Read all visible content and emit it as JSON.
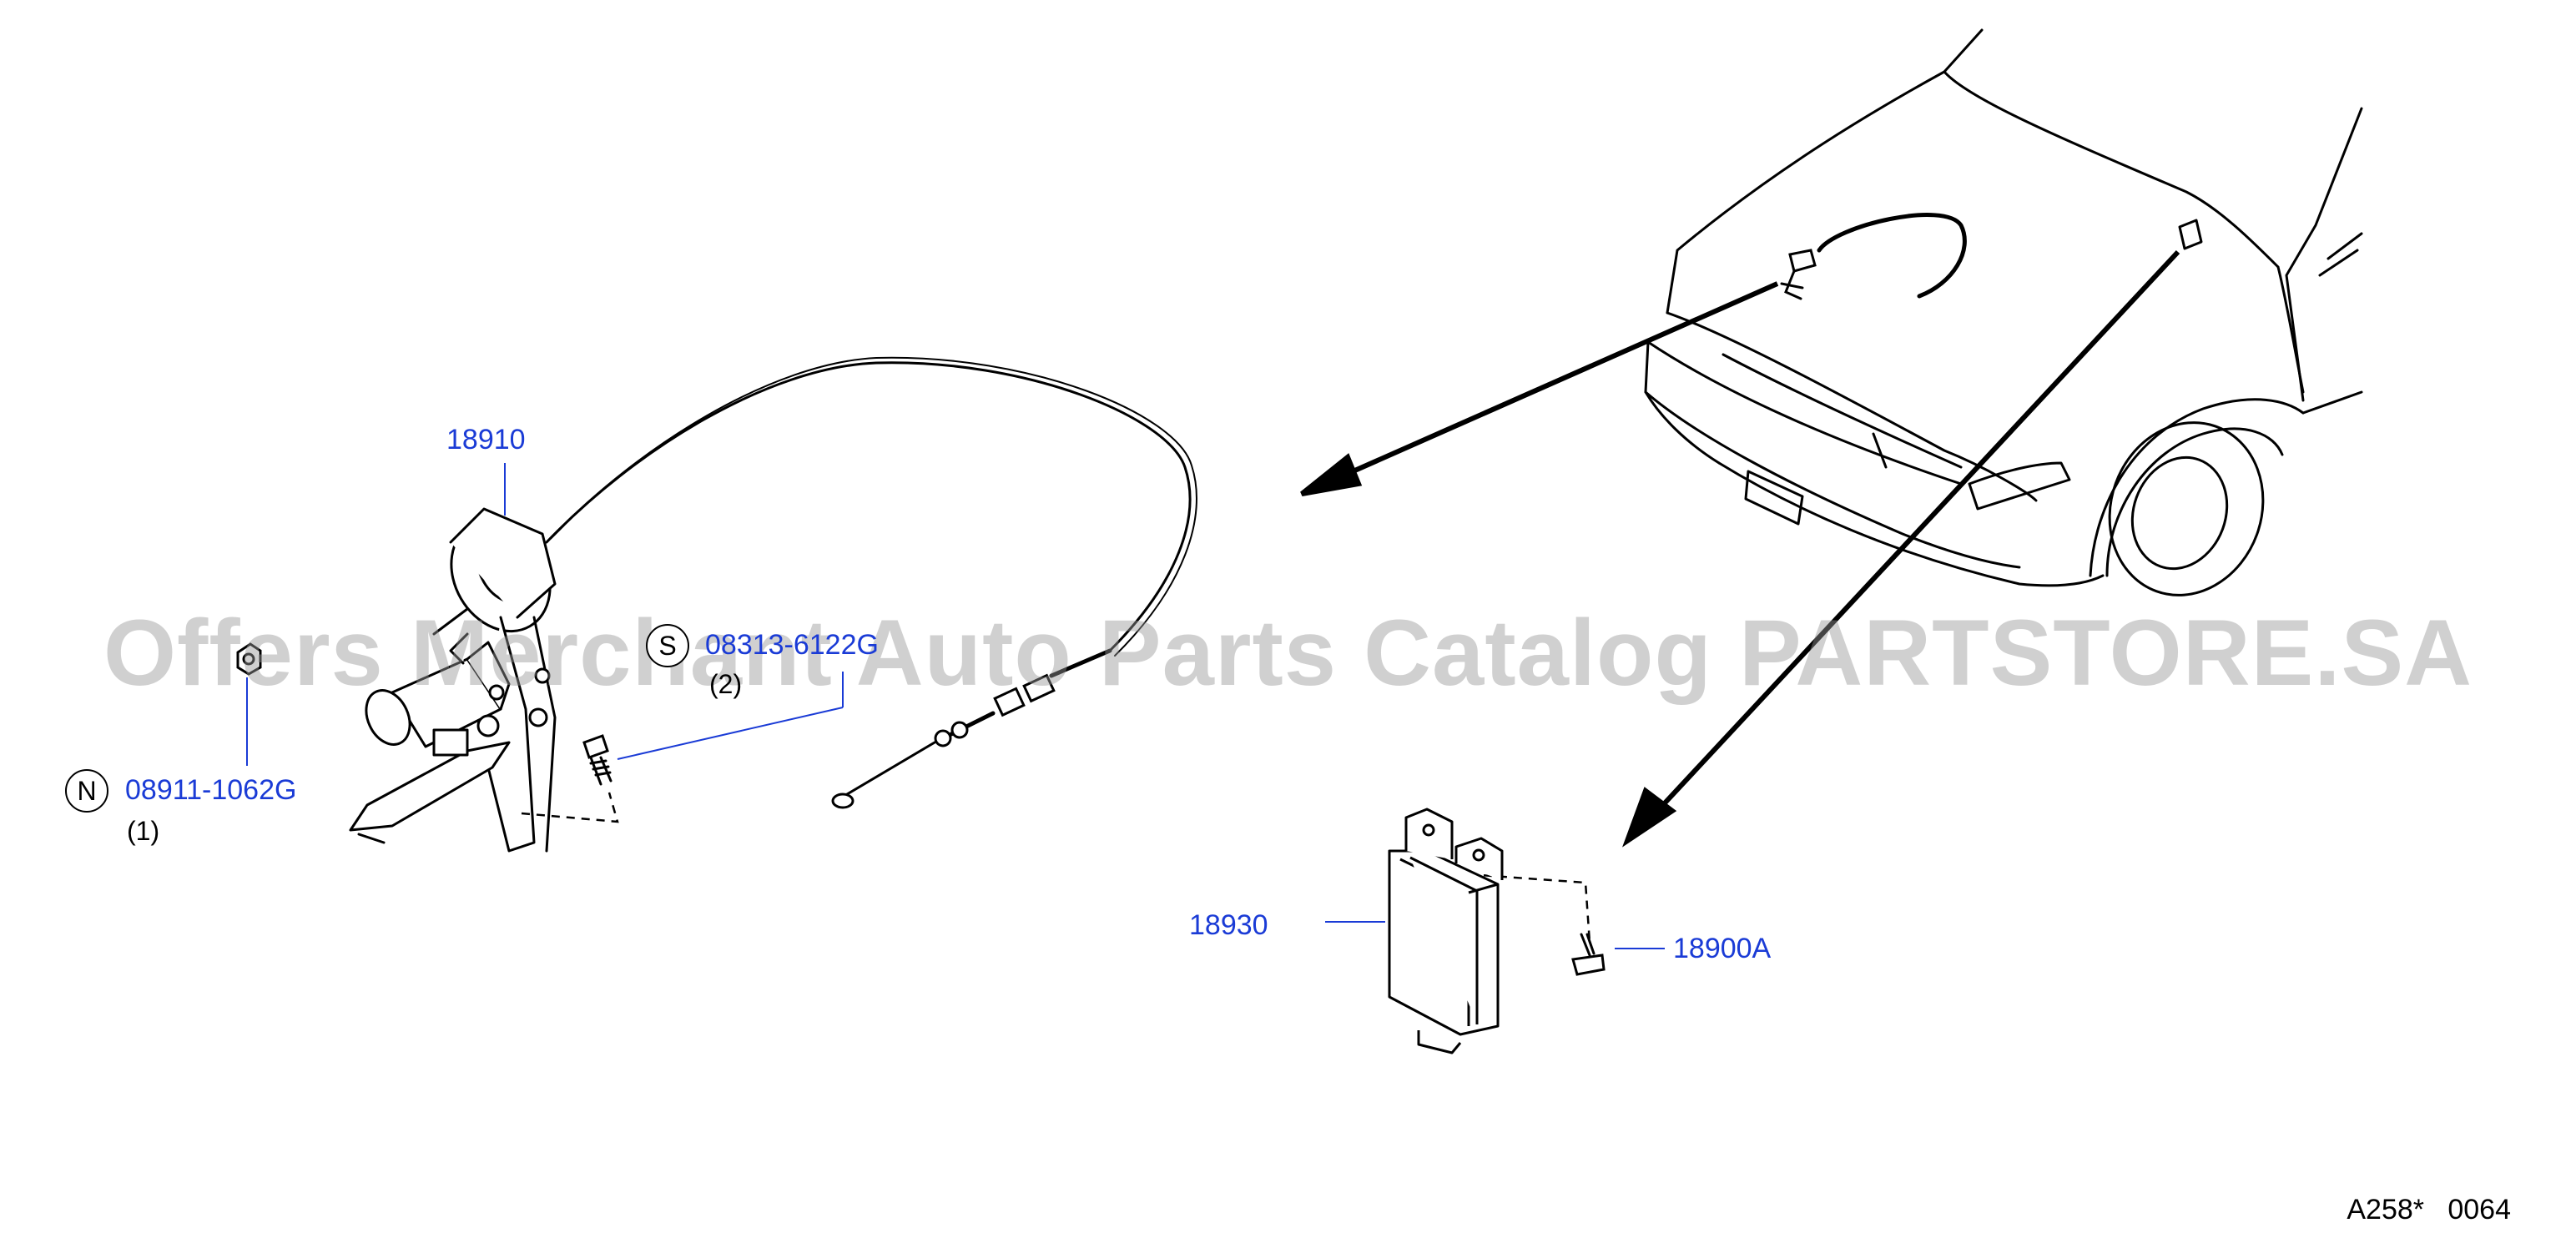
{
  "callouts": {
    "p18910": "18910",
    "p18930": "18930",
    "p18900a": "18900A",
    "bolt_s": "08313-6122G",
    "nut_n": "08911-1062G"
  },
  "markers": {
    "s": "S",
    "n": "N"
  },
  "quantities": {
    "bolt_s": "(2)",
    "nut_n": "(1)"
  },
  "watermark": "Offers Merchant Auto Parts Catalog PARTSTORE.SA",
  "diagram_code": "A258*   0064",
  "colors": {
    "callout_text": "#1a3bd6",
    "leader_line": "#1a3bd6",
    "drawing": "#000000",
    "watermark": "#969696"
  }
}
